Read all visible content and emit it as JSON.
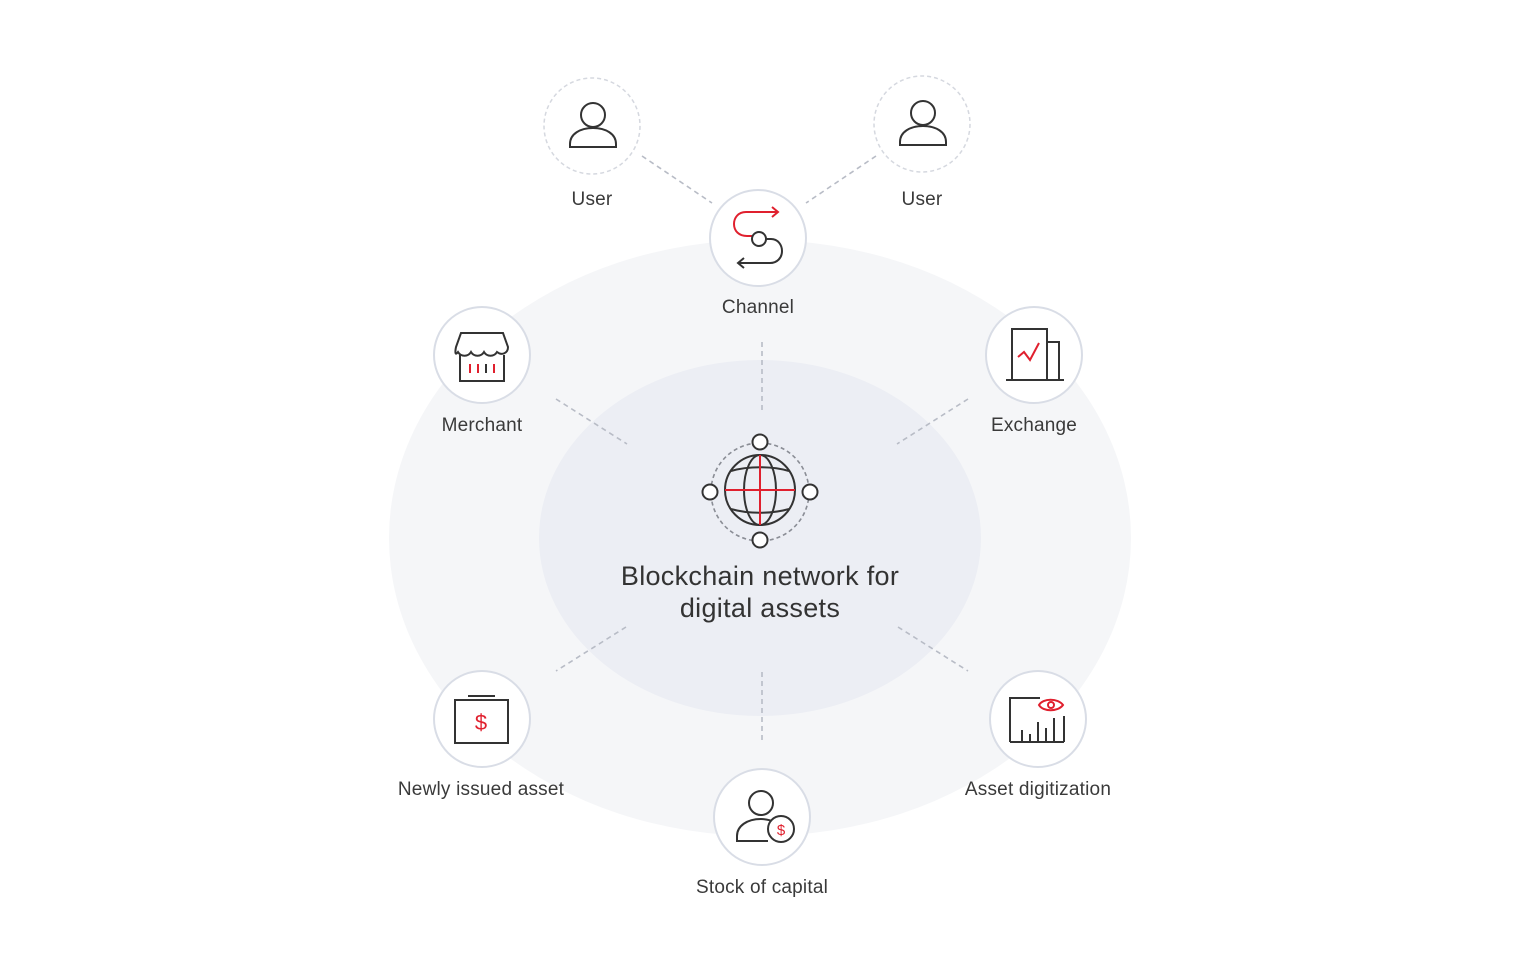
{
  "center": {
    "title_line1": "Blockchain network for",
    "title_line2": "digital assets",
    "icon": "globe-network-icon"
  },
  "nodes": {
    "user_left": {
      "label": "User",
      "icon": "user-icon"
    },
    "user_right": {
      "label": "User",
      "icon": "user-icon"
    },
    "channel": {
      "label": "Channel",
      "icon": "channel-route-icon"
    },
    "merchant": {
      "label": "Merchant",
      "icon": "storefront-icon"
    },
    "exchange": {
      "label": "Exchange",
      "icon": "exchange-chart-icon"
    },
    "newly_issued_asset": {
      "label": "Newly issued asset",
      "icon": "dollar-board-icon"
    },
    "stock_of_capital": {
      "label": "Stock of capital",
      "icon": "user-dollar-icon"
    },
    "asset_digitization": {
      "label": "Asset digitization",
      "icon": "eye-chart-icon"
    }
  },
  "colors": {
    "accent": "#e0202e",
    "stroke": "#333333",
    "outer_ellipse": "#f5f6f8",
    "inner_ellipse": "#eceef4",
    "node_border": "#d9dde6",
    "dashed_line": "#b8bcc6"
  }
}
